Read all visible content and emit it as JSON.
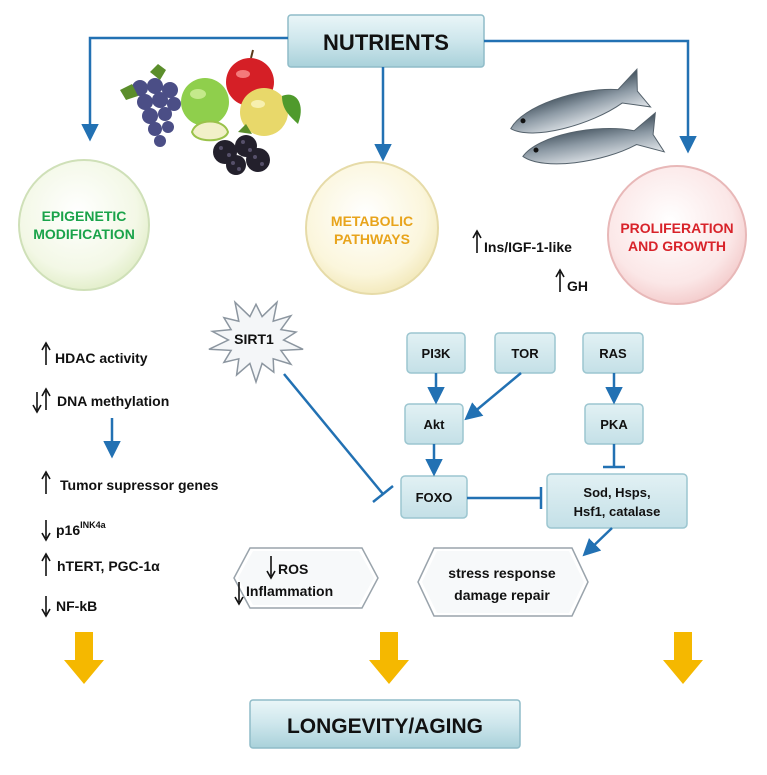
{
  "title": "NUTRIENTS",
  "outcome": "LONGEVITY/AGING",
  "circles": {
    "epigenetic": {
      "line1": "EPIGENETIC",
      "line2": "MODIFICATION",
      "color": "#1aa34a"
    },
    "metabolic": {
      "line1": "METABOLIC",
      "line2": "PATHWAYS",
      "color": "#e8a41c"
    },
    "proliferation": {
      "line1": "PROLIFERATION",
      "line2": "AND GROWTH",
      "color": "#d8232a"
    }
  },
  "growth_factors": {
    "ins": "Ins/IGF-1-like",
    "gh": "GH"
  },
  "sirt": "SIRT1",
  "epigenetic_list": {
    "hdac": "HDAC activity",
    "dna": "DNA methylation",
    "tumor": "Tumor supressor genes",
    "p16": "p16",
    "p16_sup": "INK4a",
    "htert": "hTERT, PGC-1α",
    "nfkb": "NF-kB"
  },
  "pathway": {
    "pi3k": "PI3K",
    "tor": "TOR",
    "ras": "RAS",
    "akt": "Akt",
    "pka": "PKA",
    "foxo": "FOXO",
    "sod_line1": "Sod, Hsps,",
    "sod_line2": "Hsf1, catalase"
  },
  "ros_box": {
    "line1": "ROS",
    "line2": "Inflammation"
  },
  "stress_box": {
    "line1": "stress response",
    "line2": "damage repair"
  },
  "icons": [
    "fruit-cluster-icon",
    "fish-icon",
    "starburst-icon",
    "up-arrow-icon",
    "down-arrow-icon"
  ],
  "colors": {
    "connector": "#2271b3",
    "box_fill": "#d2e9ee",
    "box_stroke": "#9cc6d0",
    "outcome_arrow": "#f5b800"
  }
}
